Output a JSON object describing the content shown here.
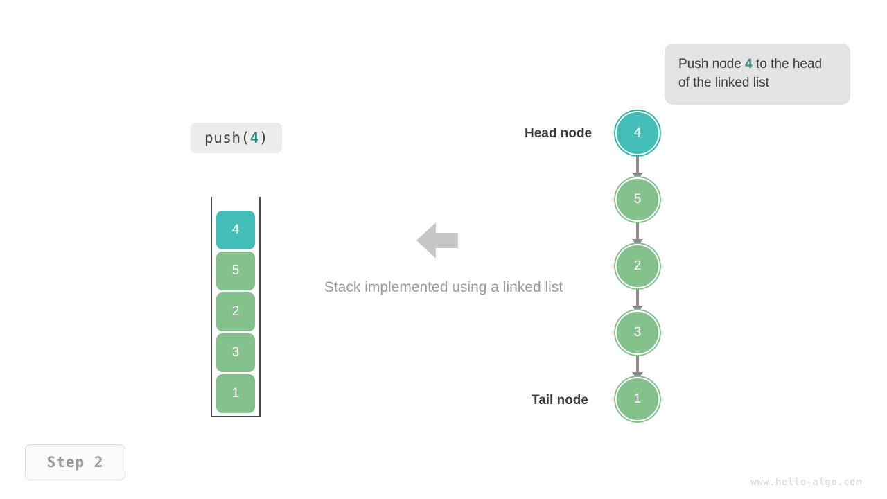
{
  "callout": {
    "text_before": "Push node ",
    "accent_value": "4",
    "text_after": " to the head of the linked list"
  },
  "operation_chip": {
    "prefix": "push(",
    "argument": "4",
    "suffix": ")"
  },
  "stack": {
    "caption": "Stack implemented using a linked list",
    "cells": [
      {
        "value": "4",
        "highlighted": true
      },
      {
        "value": "5",
        "highlighted": false
      },
      {
        "value": "2",
        "highlighted": false
      },
      {
        "value": "3",
        "highlighted": false
      },
      {
        "value": "1",
        "highlighted": false
      }
    ]
  },
  "linked_list": {
    "head_label": "Head node",
    "tail_label": "Tail node",
    "nodes": [
      {
        "value": "4",
        "color": "teal"
      },
      {
        "value": "5",
        "color": "green"
      },
      {
        "value": "2",
        "color": "green"
      },
      {
        "value": "3",
        "color": "green"
      },
      {
        "value": "1",
        "color": "green"
      }
    ]
  },
  "step_badge": {
    "label": "Step 2"
  },
  "watermark": {
    "text": "www.hello-algo.com"
  },
  "colors": {
    "accent_teal": "#2f8a7e",
    "node_teal": "#43bdb6",
    "node_green": "#85c18d",
    "connector_gray": "#8c8c8c",
    "callout_bg": "#e3e3e3",
    "arrow_gray": "#c6c6c6"
  },
  "icons": {
    "direction_arrow": "left-arrow-icon"
  }
}
